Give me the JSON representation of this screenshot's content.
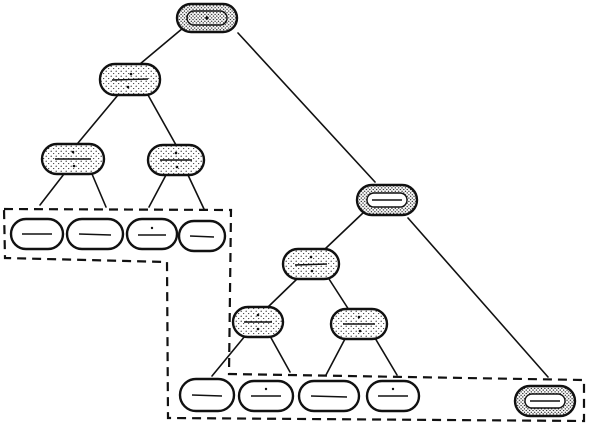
{
  "diagram": {
    "type": "tree",
    "colors": {
      "ink": "#111111",
      "paper": "#ffffff"
    },
    "node_styles": [
      "plain",
      "stippled",
      "dense"
    ],
    "nodes": [
      {
        "id": "root",
        "style": "dense"
      },
      {
        "id": "left-subtree-root",
        "style": "stippled"
      },
      {
        "id": "left-internal-a",
        "style": "stippled"
      },
      {
        "id": "left-internal-b",
        "style": "stippled"
      },
      {
        "id": "left-leaf-1",
        "style": "plain"
      },
      {
        "id": "left-leaf-2",
        "style": "plain"
      },
      {
        "id": "left-leaf-3",
        "style": "plain"
      },
      {
        "id": "left-leaf-4",
        "style": "plain"
      },
      {
        "id": "right-subtree-root",
        "style": "dense"
      },
      {
        "id": "right-inner-root",
        "style": "stippled"
      },
      {
        "id": "right-internal-a",
        "style": "stippled"
      },
      {
        "id": "right-internal-b",
        "style": "stippled"
      },
      {
        "id": "right-leaf-1",
        "style": "plain"
      },
      {
        "id": "right-leaf-2",
        "style": "plain"
      },
      {
        "id": "right-leaf-3",
        "style": "plain"
      },
      {
        "id": "right-leaf-4",
        "style": "plain"
      },
      {
        "id": "right-leaf-5",
        "style": "dense"
      }
    ],
    "edges": [
      [
        "root",
        "left-subtree-root"
      ],
      [
        "root",
        "right-subtree-root"
      ],
      [
        "left-subtree-root",
        "left-internal-a"
      ],
      [
        "left-subtree-root",
        "left-internal-b"
      ],
      [
        "left-internal-a",
        "left-leaf-1"
      ],
      [
        "left-internal-a",
        "left-leaf-2"
      ],
      [
        "left-internal-b",
        "left-leaf-3"
      ],
      [
        "left-internal-b",
        "left-leaf-4"
      ],
      [
        "right-subtree-root",
        "right-inner-root"
      ],
      [
        "right-subtree-root",
        "right-leaf-5"
      ],
      [
        "right-inner-root",
        "right-internal-a"
      ],
      [
        "right-inner-root",
        "right-internal-b"
      ],
      [
        "right-internal-a",
        "right-leaf-1"
      ],
      [
        "right-internal-a",
        "right-leaf-2"
      ],
      [
        "right-internal-b",
        "right-leaf-3"
      ],
      [
        "right-internal-b",
        "right-leaf-4"
      ]
    ],
    "groups": [
      {
        "id": "leaf-level-frontier",
        "style": "dashed",
        "members": [
          "left-leaf-1",
          "left-leaf-2",
          "left-leaf-3",
          "left-leaf-4",
          "right-leaf-1",
          "right-leaf-2",
          "right-leaf-3",
          "right-leaf-4",
          "right-leaf-5"
        ]
      }
    ]
  }
}
